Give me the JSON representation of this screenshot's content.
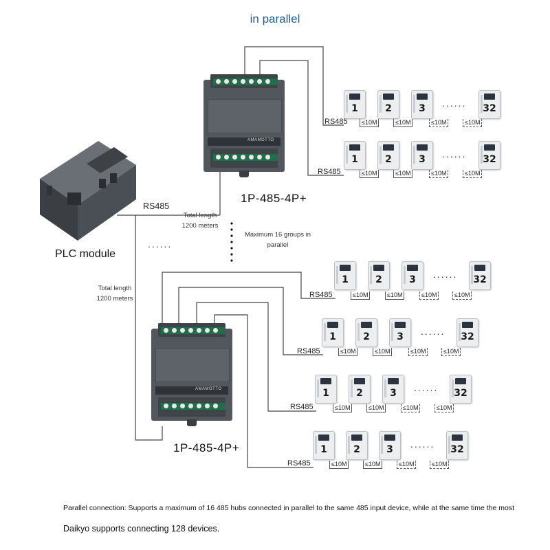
{
  "title": "in parallel",
  "plc": {
    "label": "PLC module",
    "bus_label": "RS485"
  },
  "hubs": [
    {
      "label": "1P-485-4P+",
      "brand": "AMAMOTTO"
    },
    {
      "label": "1P-485-4P+",
      "brand": "AMAMOTTO"
    }
  ],
  "annotations": {
    "length_a": "Total length 1200 meters",
    "length_b": "Total length 1200 meters",
    "max_groups": "Maximum 16 groups in parallel"
  },
  "branch_label": "RS485",
  "meter_numbers": [
    "1",
    "2",
    "3",
    "32"
  ],
  "distance_label": "≤10M",
  "ellipsis": "......",
  "ellipsis_plc": "......",
  "footer": {
    "line1": "Parallel connection: Supports a maximum of 16 485 hubs connected in parallel to the same 485 input device, while at the same time the most",
    "line2": "Daikyo supports connecting 128 devices."
  },
  "colors": {
    "title": "#1f5f8f",
    "hub_body": "#52575d",
    "terminal_green": "#1f6f4a",
    "meter_face": "#eceef0"
  }
}
